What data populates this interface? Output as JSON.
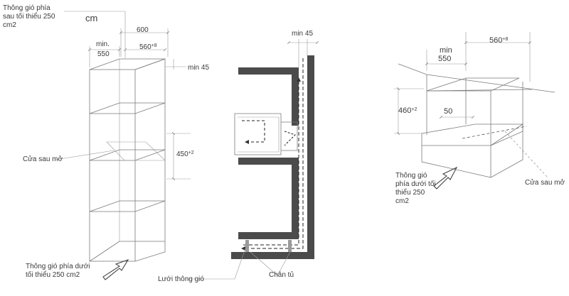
{
  "unit_label": "cm",
  "left_figure": {
    "vent_rear_label": "Thông gió phía sau tối thiểu 250 cm2",
    "vent_bottom_label": "Thông gió phía dưới tối thiểu 250 cm2",
    "rear_open_label": "Cửa sau mở",
    "dim_width_outer": "600",
    "dim_depth_label": "min.",
    "dim_depth_value": "550",
    "dim_width_inner": "560",
    "dim_width_inner_tol": "+8",
    "dim_gap": "min 45",
    "dim_height": "450",
    "dim_height_tol": "+2"
  },
  "center_figure": {
    "dim_gap_top": "min 45",
    "vent_grille_label": "Lưới thông gió",
    "cabinet_foot_label": "Chân tủ"
  },
  "right_figure": {
    "dim_depth_label": "min",
    "dim_depth_value": "550",
    "dim_width": "560",
    "dim_width_tol": "+8",
    "dim_height": "460",
    "dim_height_tol": "+2",
    "dim_small": "50",
    "vent_label": "Thông gió phía dưới tối thiểu 250 cm2",
    "rear_open_label": "Cửa sau mở"
  },
  "colors": {
    "wall": "#4b4b4b",
    "line": "#7a7a7a",
    "text": "#3a3a3a"
  }
}
